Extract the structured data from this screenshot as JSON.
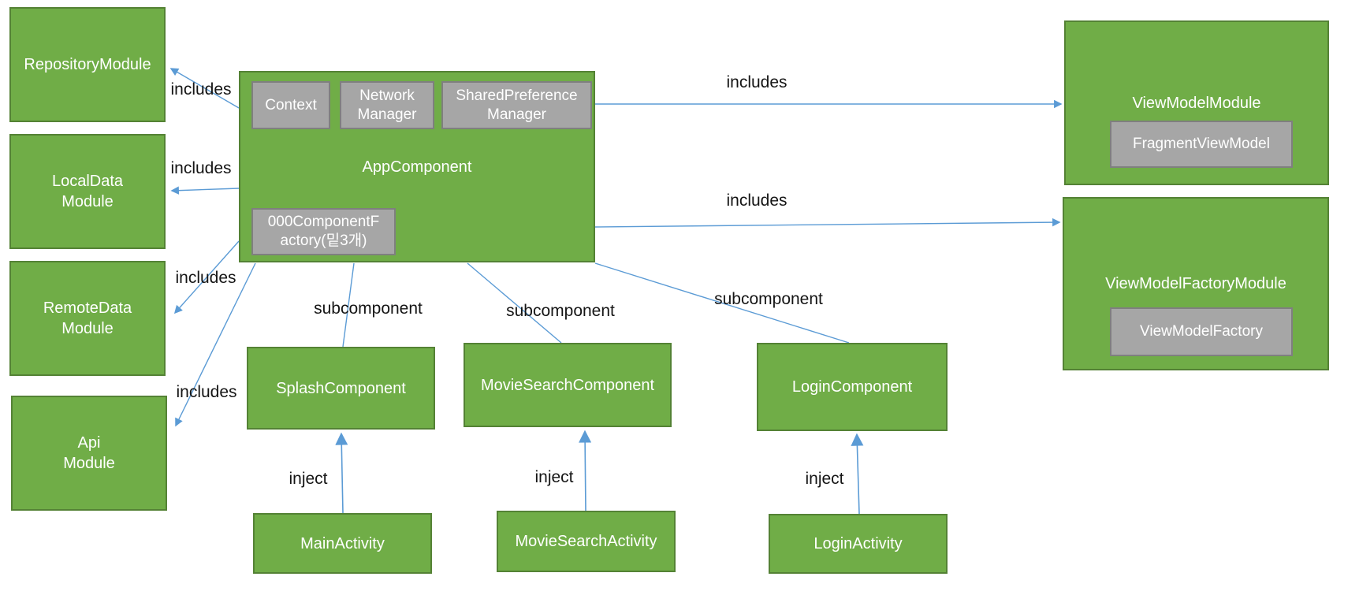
{
  "diagram": {
    "background": "#ffffff",
    "colors": {
      "module_fill": "#70ad47",
      "module_border": "#548235",
      "provider_fill": "#a6a6a6",
      "provider_border": "#7f7f7f",
      "arrow": "#5b9bd5",
      "module_text": "#ffffff",
      "edge_label_text": "#151515"
    },
    "modules_left": {
      "repository": "RepositoryModule",
      "local_data": "LocalData\nModule",
      "remote_data": "RemoteData\nModule",
      "api": "Api\nModule"
    },
    "app_component": {
      "title": "AppComponent",
      "providers": {
        "context": "Context",
        "network_manager": "Network\nManager",
        "shared_preference_manager": "SharedPreference\nManager",
        "component_factory": "000ComponentF\nactory(밑3개)"
      }
    },
    "view_model_module": {
      "title": "ViewModelModule",
      "child": "FragmentViewModel"
    },
    "view_model_factory_module": {
      "title": "ViewModelFactoryModule",
      "child": "ViewModelFactory"
    },
    "subcomponents": {
      "splash": "SplashComponent",
      "movie_search": "MovieSearchComponent",
      "login": "LoginComponent"
    },
    "activities": {
      "main": "MainActivity",
      "movie_search": "MovieSearchActivity",
      "login": "LoginActivity"
    },
    "edges": {
      "includes_repository": "includes",
      "includes_local_data": "includes",
      "includes_remote_data": "includes",
      "includes_api": "includes",
      "includes_view_model_module": "includes",
      "includes_view_model_factory_module": "includes",
      "subcomponent_splash": "subcomponent",
      "subcomponent_movie_search": "subcomponent",
      "subcomponent_login": "subcomponent",
      "inject_main": "inject",
      "inject_movie_search": "inject",
      "inject_login": "inject"
    }
  }
}
